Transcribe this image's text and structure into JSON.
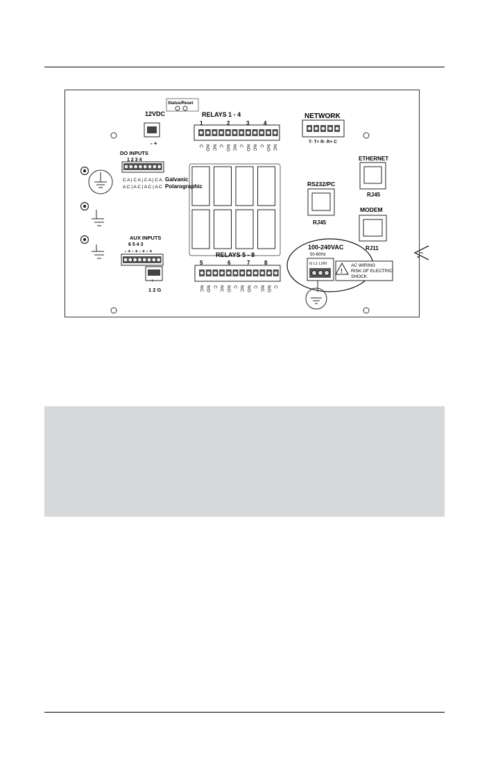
{
  "diagram": {
    "status_reset": "Status/Reset",
    "vdc": "12VDC",
    "vdc_polarity": "- +",
    "relays_top": "RELAYS 1 - 4",
    "relays_top_numbers": [
      "1",
      "2",
      "3",
      "4"
    ],
    "relays_top_pins": [
      "C",
      "NO",
      "NC",
      "C",
      "NO",
      "NC",
      "C",
      "NO",
      "NC",
      "C",
      "NO",
      "NC"
    ],
    "network": "NETWORK",
    "network_pins": "T- T+ R- R+ C",
    "ethernet": "ETHERNET",
    "ethernet_port": "RJ45",
    "do_inputs": "DO INPUTS",
    "do_numbers": "1  2  3  4",
    "do_row1": "C A | C A | C A | C A",
    "do_row2": "A C | A C | A C | A C",
    "galvanic": "Galvanic",
    "polarographic": "Polarographic",
    "rs232": "RS232/PC",
    "rs232_port": "RJ45",
    "modem": "MODEM",
    "modem_port": "RJ11",
    "aux_inputs": "AUX INPUTS",
    "aux_numbers": "6  5  4  3",
    "aux_pm": "- +  - +  - +  - +",
    "aux_small_pm": "- + -",
    "aux_12g": "1 2 G",
    "relays_bottom": "RELAYS 5 - 8",
    "relays_bottom_numbers": [
      "5",
      "6",
      "7",
      "8"
    ],
    "relays_bottom_pins": [
      "NC",
      "NO",
      "C",
      "NC",
      "NO",
      "C",
      "NC",
      "NO",
      "C",
      "NC",
      "NO",
      "C"
    ],
    "power": "100-240VAC",
    "power_freq": "50-60Hz",
    "power_pins": "G  L1  L2/N",
    "warning_line1": "AC WIRING",
    "warning_line2": "RISK OF ELECTRIC",
    "warning_line3": "SHOCK"
  }
}
